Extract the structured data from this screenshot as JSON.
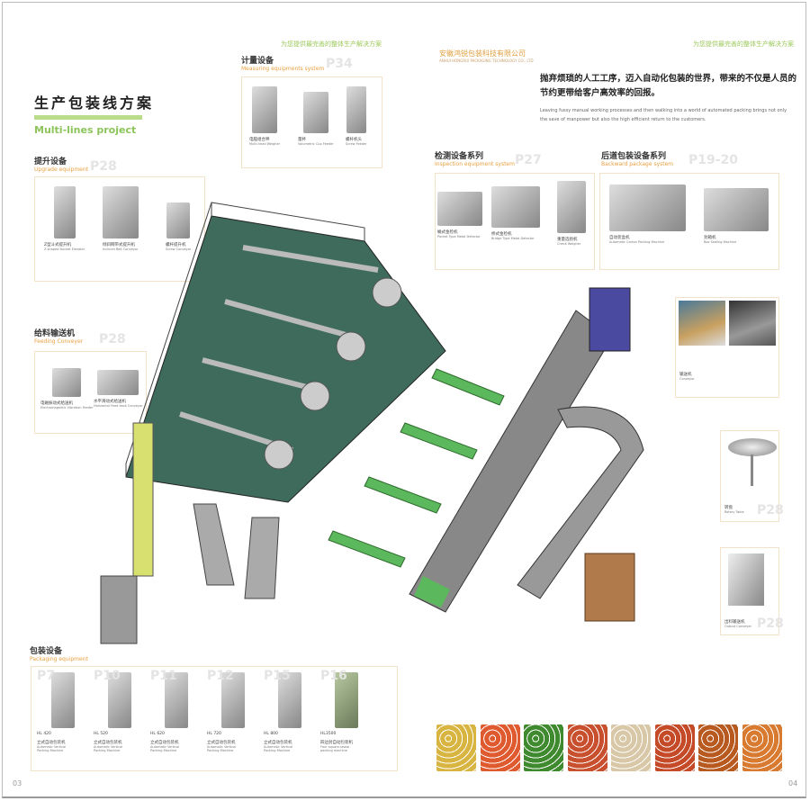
{
  "header": {
    "tagline_left": "为您提供最完善的整体生产解决方案",
    "tagline_right": "为您提供最完善的整体生产解决方案",
    "company_cn": "安徽鸿锐包装科技有限公司",
    "company_en": "ANHUI HONGRUI PACKAGING TECHNOLOGY CO., LTD"
  },
  "title": {
    "cn": "生产包装线方案",
    "en": "Multi-lines project"
  },
  "intro": {
    "cn": "抛弃烦琐的人工工序，迈入自动化包装的世界，带来的不仅是人员的节约更带给客户高效率的回报。",
    "en": "Leaving fussy manual working processes and then walking into a world of automated packing brings not only the save of manpower but also the high efficient return to the customers."
  },
  "sections": {
    "measuring": {
      "cn": "计量设备",
      "en": "Measuring equipments system",
      "page": "P34",
      "items": [
        {
          "cn": "电脑组合秤",
          "en": "Multi-head Weigher"
        },
        {
          "cn": "量杯",
          "en": "Volumetric Cup Feeder"
        },
        {
          "cn": "螺杆机头",
          "en": "Screw Feeder"
        }
      ]
    },
    "upgrade": {
      "cn": "提升设备",
      "en": "Upgrade equipment",
      "page": "P28",
      "items": [
        {
          "cn": "Z型斗式提升机",
          "en": "Z-shaped Bucket Elevator"
        },
        {
          "cn": "倾斜网带式提升机",
          "en": "Inclined Belt Conveyor"
        },
        {
          "cn": "螺杆提升机",
          "en": "Screw Conveyor"
        }
      ]
    },
    "feeding": {
      "cn": "给料输送机",
      "en": "Feeding Conveyer",
      "page": "P28",
      "items": [
        {
          "cn": "电磁振动式给送机",
          "en": "Electromagnetic Vibration Feeder"
        },
        {
          "cn": "水平滑动式给送机",
          "en": "Horizontal Feed back Conveyor"
        }
      ]
    },
    "inspection": {
      "cn": "检测设备系列",
      "en": "Inspection equipment system",
      "page": "P27",
      "items": [
        {
          "cn": "桶式金检机",
          "en": "Pocket Type Metal Detector"
        },
        {
          "cn": "桥式金检机",
          "en": "Bridge Type Metal Detector"
        },
        {
          "cn": "重量选别机",
          "en": "Check Weigher"
        }
      ]
    },
    "backward": {
      "cn": "后道包装设备系列",
      "en": "Backward package system",
      "page": "P19-20",
      "items": [
        {
          "cn": "自动装盒机",
          "en": "Automatic Carton Packing Machine"
        },
        {
          "cn": "封箱机",
          "en": "Box Sealing Machine"
        }
      ]
    },
    "conveyor": {
      "cn": "输送机",
      "en": "Conveyor"
    },
    "rotary": {
      "cn": "转盘",
      "en": "Rotary Table",
      "page": "P28"
    },
    "output": {
      "cn": "出料输送机",
      "en": "Output Conveyer",
      "page": "P28"
    },
    "packaging": {
      "cn": "包装设备",
      "en": "Packaging equipment",
      "items": [
        {
          "page": "P7",
          "model": "HL 420",
          "cn": "立式自动包装机",
          "en1": "Automatic Vertical",
          "en2": "Packing Machine"
        },
        {
          "page": "P10",
          "model": "HL 520",
          "cn": "立式自动包装机",
          "en1": "Automatic Vertical",
          "en2": "Packing Machine"
        },
        {
          "page": "P11",
          "model": "HL 620",
          "cn": "立式自动包装机",
          "en1": "Automatic Vertical",
          "en2": "Packing Machine"
        },
        {
          "page": "P12",
          "model": "HL 720",
          "cn": "立式自动包装机",
          "en1": "Automatic Vertical",
          "en2": "Packing Machine"
        },
        {
          "page": "P15",
          "model": "HL 800",
          "cn": "立式自动包装机",
          "en1": "Automatic Vertical",
          "en2": "Packing Machine"
        },
        {
          "page": "P16",
          "model": "HL3500",
          "cn": "四边封自动包装机",
          "en1": "Four square-sease",
          "en2": "packing machine"
        }
      ]
    }
  },
  "footer": {
    "page_left": "03",
    "page_right": "04"
  },
  "colors": {
    "platform": "#3e6b5c",
    "conveyor": "#5cb85c",
    "boxes": "#f1e2c8",
    "accent_green": "#8cc45a",
    "accent_orange": "#e8a040",
    "foods": [
      "#d8b440",
      "#e05a30",
      "#3f8a2e",
      "#c8502e",
      "#d8c8a8",
      "#c44a28",
      "#b85a20",
      "#d87a30"
    ]
  }
}
